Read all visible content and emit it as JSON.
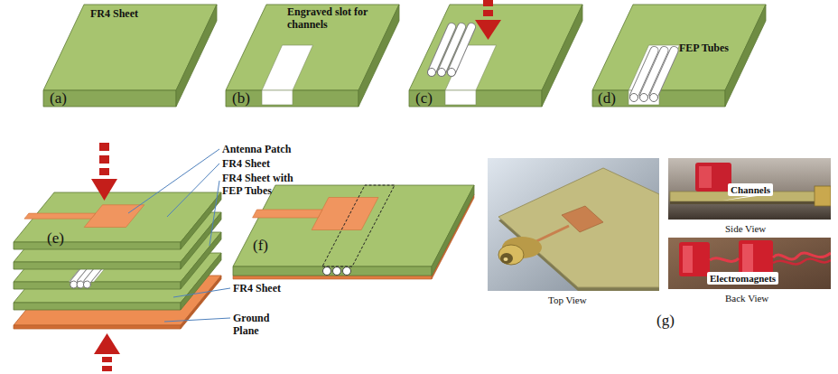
{
  "diagram": {
    "nodes": [
      {
        "text": [
          "Channels"
        ]
      },
      {
        "text": [
          "Electromagnets"
        ]
      }
    ],
    "labels": [
      "FR4 Sheet",
      "Engraved slot for channels",
      "FEP Tubes",
      "(a)",
      "(b)",
      "(c)",
      "(d)",
      "Antenna Patch",
      "FR4 Sheet",
      "FR4 Sheet with FEP Tubes",
      "(e)",
      "(f)",
      "FR4 Sheet",
      "Ground Plane",
      "Top View",
      "Side View",
      "Back View",
      "(g)"
    ]
  }
}
